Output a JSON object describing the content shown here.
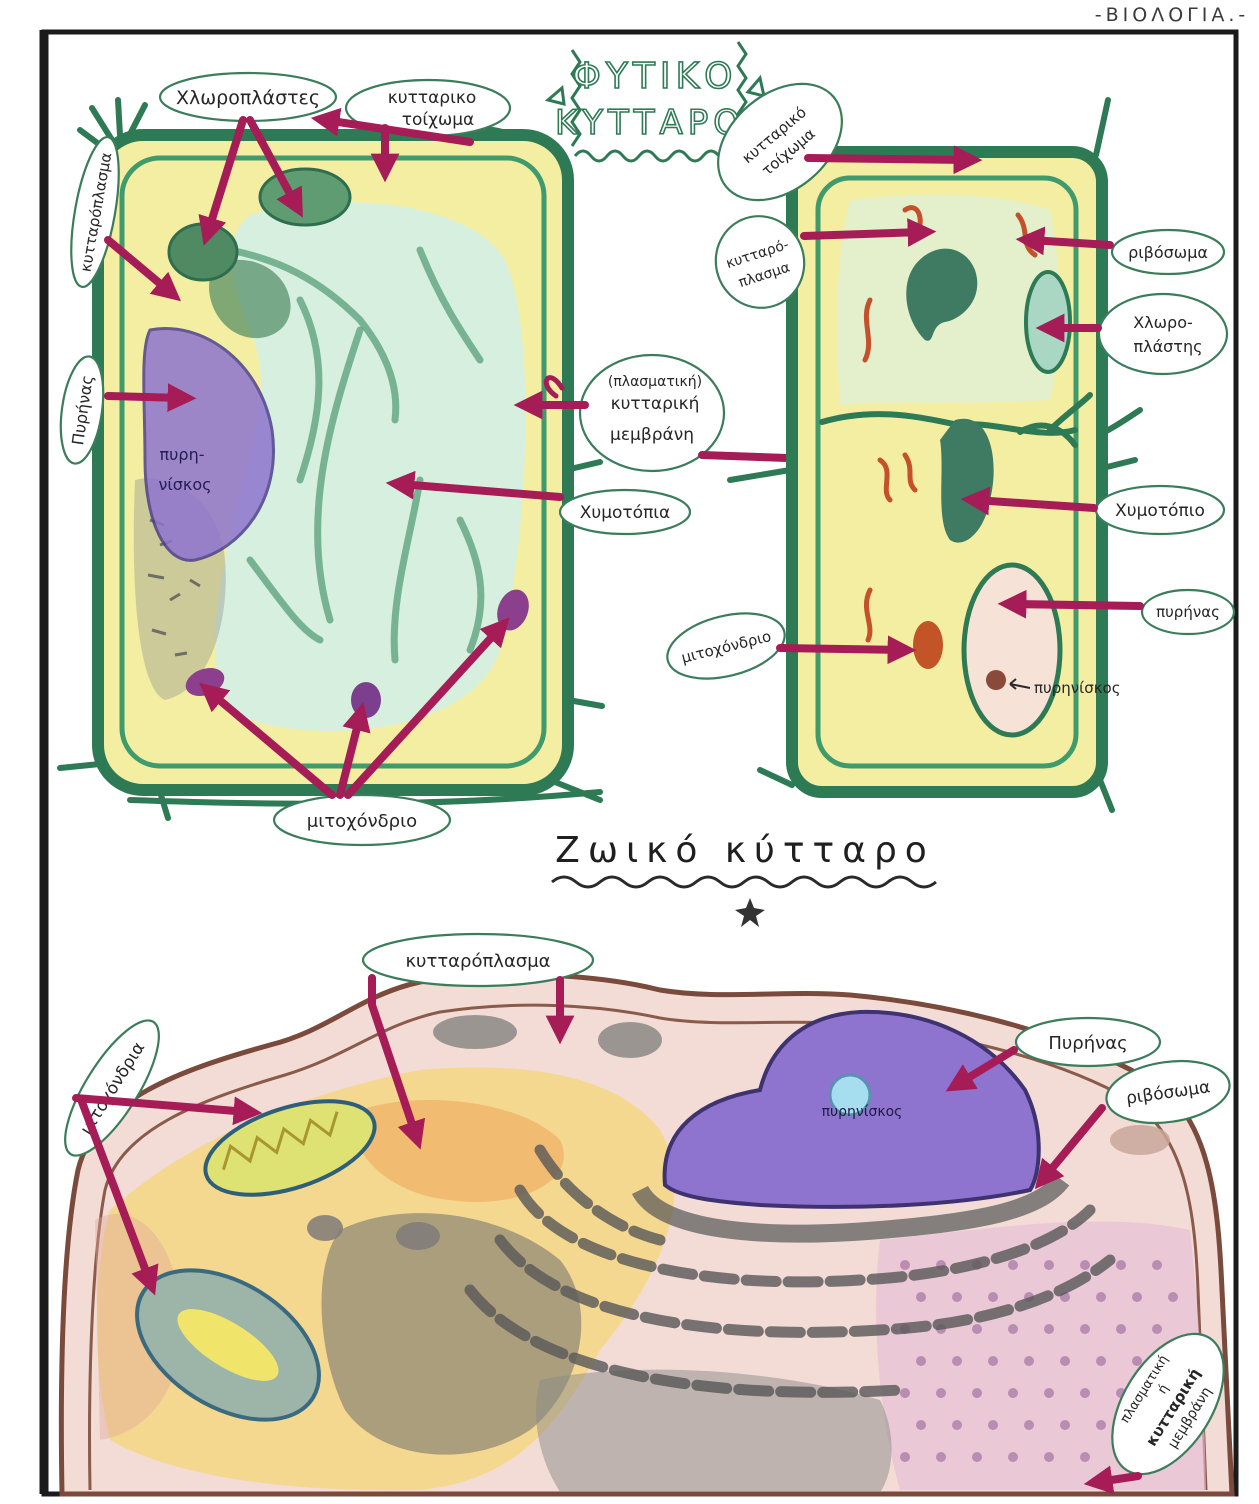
{
  "page": {
    "subject": "-ΒΙΟΛΟΓΙΑ.-"
  },
  "plant_cell": {
    "title": [
      "ΦΥΤΙΚΟ",
      "ΚΥΤΤΑΡΟ"
    ],
    "left_diagram": {
      "chloroplasts": "Χλωροπλάστες",
      "cell_wall": [
        "κυτταρικο",
        "τοίχωμα"
      ],
      "cytoplasm": "κυτταρόπλασμα",
      "nucleus": "Πυρήνας",
      "nucleolus": [
        "πυρη-",
        "νίσκος"
      ],
      "membrane": [
        "(πλασματική)",
        "κυτταρική",
        "μεμβράνη"
      ],
      "vacuoles": "Χυμοτόπια",
      "mitochondrion": "μιτοχόνδριο"
    },
    "right_diagram": {
      "cell_wall": [
        "κυτταρικό",
        "τοίχωμα"
      ],
      "cytoplasm": [
        "κυτταρό-",
        "πλασμα"
      ],
      "ribosome": "ριβόσωμα",
      "chloroplast": [
        "Χλωρο-",
        "πλάστης"
      ],
      "vacuole": "Χυμοτόπιο",
      "nucleus": "πυρήνας",
      "mitochondrion": "μιτοχόνδριο",
      "nucleolus": "πυρηνίσκος"
    }
  },
  "animal_cell": {
    "title": "Ζωικό κύτταρο",
    "cytoplasm": "κυτταρόπλασμα",
    "mitochondria": "μιτοχόνδρια",
    "nucleus": "Πυρήνας",
    "ribosome": "ριβόσωμα",
    "nucleolus": "πυρηνίσκος",
    "membrane": [
      "πλασματική",
      "ή",
      "κυτταρική",
      "μεμβράνη"
    ]
  },
  "colors": {
    "arrow": "#a51c57",
    "plant_wall": "#2e7a55",
    "label_outline": "#3b7d5a",
    "cytoplasm_yellow": "#f4eea2",
    "vacuole": "#d3eee4",
    "nucleus_purple": "#8e74cf",
    "animal_membrane": "#7a4a3c",
    "animal_fill": "#f2dcd5"
  }
}
